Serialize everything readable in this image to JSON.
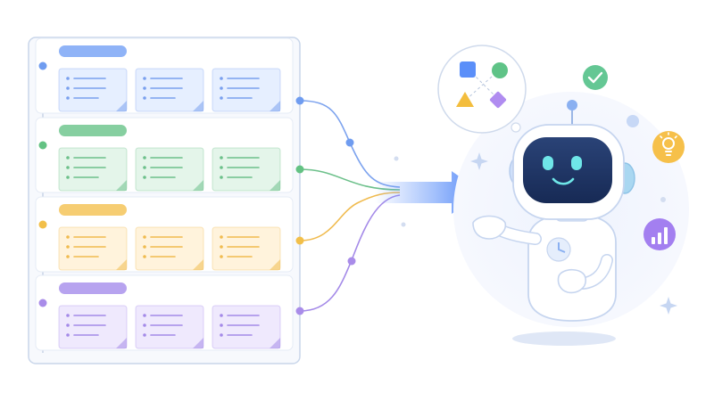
{
  "board": {
    "groups": [
      {
        "key": "blue",
        "cards": 3
      },
      {
        "key": "green",
        "cards": 3
      },
      {
        "key": "yellow",
        "cards": 3
      },
      {
        "key": "purple",
        "cards": 3
      }
    ],
    "lines_per_card": 3
  },
  "colors": {
    "blue": {
      "bar": "#8fb3f7",
      "card": "#e6efff",
      "line": "#7aa0ee",
      "dot": "#6f9cf0"
    },
    "green": {
      "bar": "#86cfa0",
      "card": "#e4f5ea",
      "line": "#6cc08a",
      "dot": "#63c283"
    },
    "yellow": {
      "bar": "#f6cd72",
      "card": "#fff3dc",
      "line": "#f0bb4f",
      "dot": "#f2bf49"
    },
    "purple": {
      "bar": "#b7a3ef",
      "card": "#efe9fd",
      "line": "#a48ae8",
      "dot": "#a98ce9"
    },
    "arrow": "#5b8ff9",
    "robot_face": "#1f3566",
    "robot_eye": "#6fe6e8"
  },
  "icons": [
    "shapes-bubble-icon",
    "check-badge-icon",
    "lightbulb-icon",
    "bar-chart-icon",
    "sparkle-icon",
    "robot-icon"
  ]
}
